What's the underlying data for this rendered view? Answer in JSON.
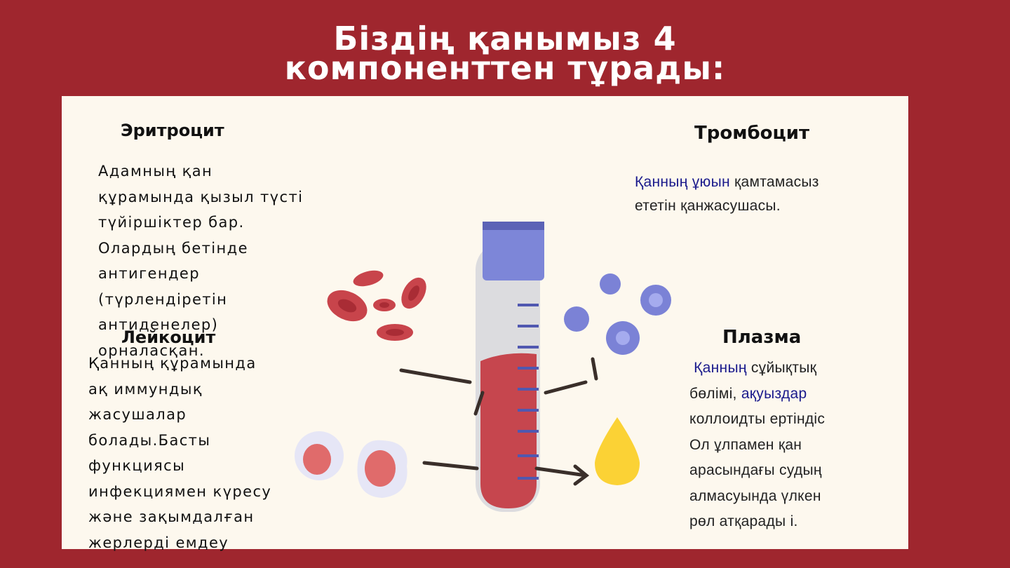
{
  "title": [
    "Біздің қанымыз 4",
    "компоненттен тұрады:"
  ],
  "erythrocyte": {
    "heading": "Эритроцит",
    "lines": [
      "Адамның қан",
      "құрамында қызыл түсті",
      "түйіршіктер бар.",
      "Олардың бетінде",
      "антигендер",
      "(түрлендіретін",
      "антиденелер)",
      "орналасқан."
    ]
  },
  "leukocyte": {
    "heading": "Лейкоцит",
    "lines": [
      "Қанның құрамында",
      "ақ иммундық",
      "жасушалар",
      "болады.Басты",
      "функциясы",
      "инфекциямен күресу",
      "және зақымдалған",
      "жерлерді емдеу"
    ]
  },
  "thrombocyte": {
    "heading": "Тромбоцит",
    "line1_blue": "Қанның ұюын",
    "line1_rest": " қамтамасыз",
    "line2": "ететін қанжасушасы."
  },
  "plasma": {
    "heading": "Плазма",
    "l1_blue": " Қанның",
    "l1_rest": " сұйықтық",
    "l2_a": "бөлімі, ",
    "l2_blue": "ақуыздар",
    "lines": [
      "коллоидты ертіндіс",
      "Ол ұлпамен қан",
      "арасындағы судың",
      "алмасуында үлкен",
      "рөл атқарады і."
    ]
  },
  "colors": {
    "background": "#9f262e",
    "panel": "#fdf8ee",
    "highlight": "#1a1a8c"
  }
}
